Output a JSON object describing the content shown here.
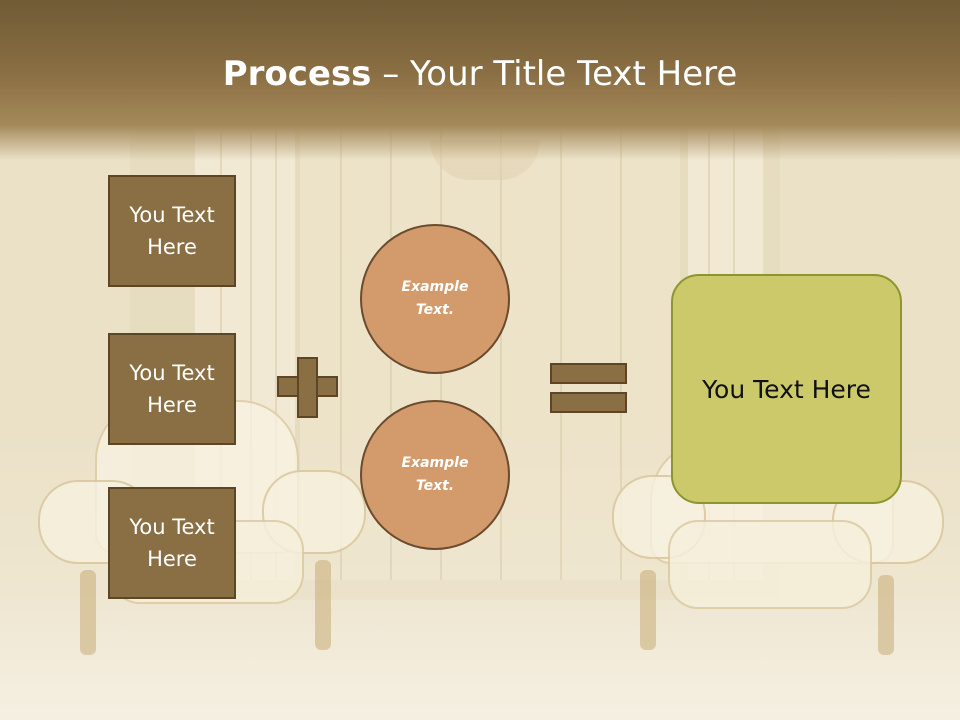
{
  "slide": {
    "title_bold": "Process",
    "title_rest": " – Your Title Text Here",
    "boxes": [
      {
        "label": "You Text\nHere"
      },
      {
        "label": "You Text\nHere"
      },
      {
        "label": "You Text\nHere"
      }
    ],
    "circles": [
      {
        "label": "Example\nText."
      },
      {
        "label": "Example\nText."
      }
    ],
    "result_label": "You Text Here",
    "colors": {
      "box_fill": "#8a6f44",
      "box_border": "#5c4626",
      "circle_fill": "#d39a6c",
      "result_fill": "#cbc96a",
      "header": "#7a623a"
    }
  }
}
